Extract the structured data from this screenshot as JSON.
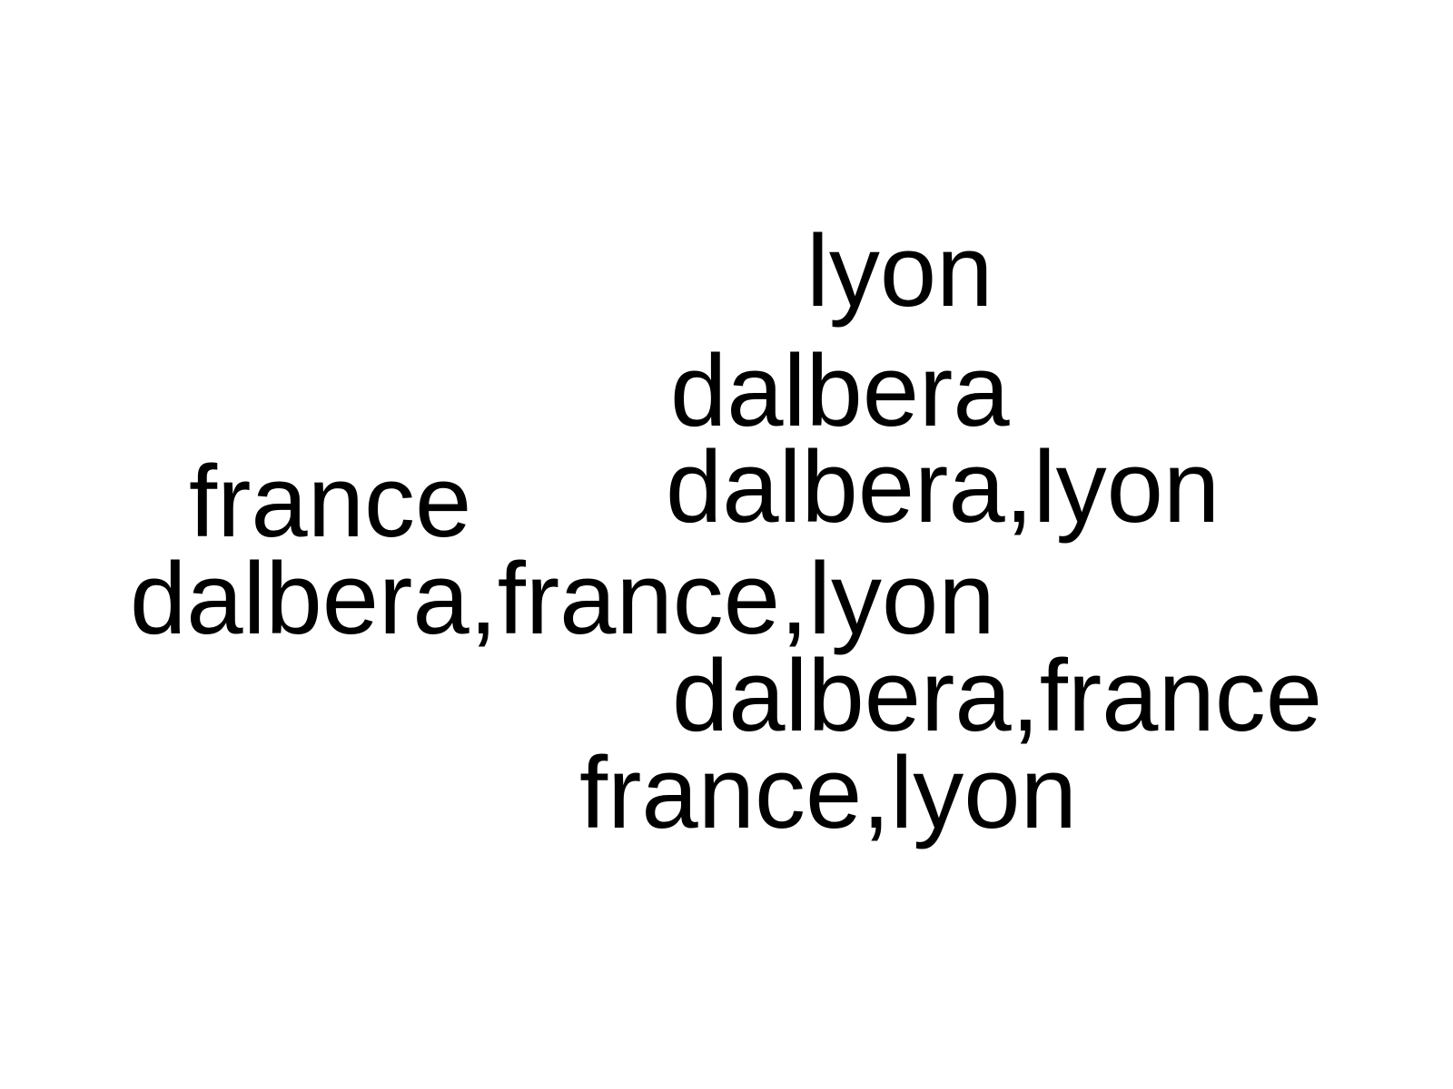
{
  "words": [
    {
      "text": "lyon"
    },
    {
      "text": "dalbera"
    },
    {
      "text": "dalbera,lyon"
    },
    {
      "text": "france"
    },
    {
      "text": "dalbera,france,lyon"
    },
    {
      "text": "dalbera,france"
    },
    {
      "text": "france,lyon"
    }
  ],
  "colors": {
    "background": "#ffffff",
    "text": "#000000"
  }
}
